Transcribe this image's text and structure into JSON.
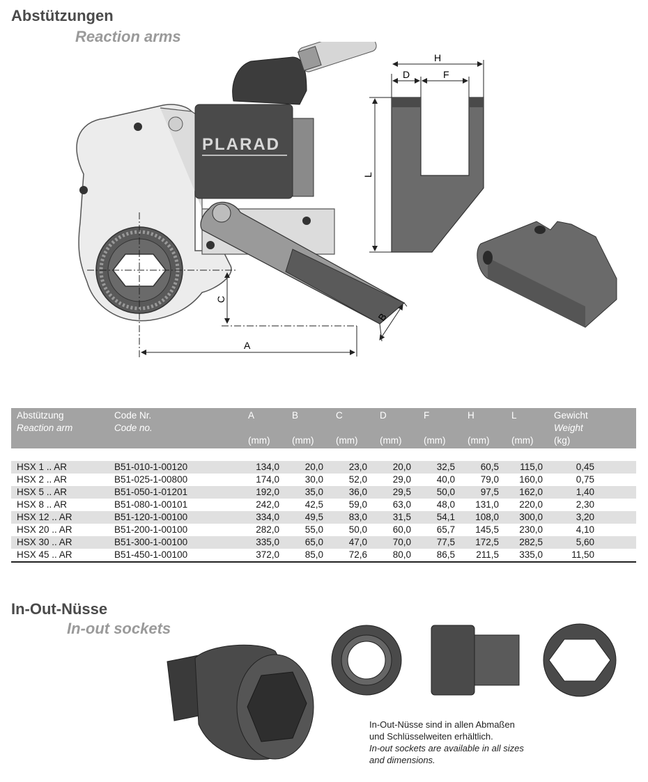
{
  "header": {
    "title_de": "Abstützungen",
    "title_en": "Reaction arms"
  },
  "drawing": {
    "brand": "PLARAD",
    "dims": [
      "A",
      "B",
      "C",
      "D",
      "F",
      "H",
      "L"
    ]
  },
  "table": {
    "headers": [
      {
        "de": "Abstützung",
        "en": "Reaction arm",
        "unit": ""
      },
      {
        "de": "Code Nr.",
        "en": "Code no.",
        "unit": ""
      },
      {
        "de": "A",
        "en": "",
        "unit": "(mm)"
      },
      {
        "de": "B",
        "en": "",
        "unit": "(mm)"
      },
      {
        "de": "C",
        "en": "",
        "unit": "(mm)"
      },
      {
        "de": "D",
        "en": "",
        "unit": "(mm)"
      },
      {
        "de": "F",
        "en": "",
        "unit": "(mm)"
      },
      {
        "de": "H",
        "en": "",
        "unit": "(mm)"
      },
      {
        "de": "L",
        "en": "",
        "unit": "(mm)"
      },
      {
        "de": "Gewicht",
        "en": "Weight",
        "unit": "(kg)"
      }
    ],
    "rows": [
      [
        "HSX 1 .. AR",
        "B51-010-1-00120",
        "134,0",
        "20,0",
        "23,0",
        "20,0",
        "32,5",
        "60,5",
        "115,0",
        "0,45"
      ],
      [
        "HSX 2 .. AR",
        "B51-025-1-00800",
        "174,0",
        "30,0",
        "52,0",
        "29,0",
        "40,0",
        "79,0",
        "160,0",
        "0,75"
      ],
      [
        "HSX 5 .. AR",
        "B51-050-1-01201",
        "192,0",
        "35,0",
        "36,0",
        "29,5",
        "50,0",
        "97,5",
        "162,0",
        "1,40"
      ],
      [
        "HSX 8 .. AR",
        "B51-080-1-00101",
        "242,0",
        "42,5",
        "59,0",
        "63,0",
        "48,0",
        "131,0",
        "220,0",
        "2,30"
      ],
      [
        "HSX 12 .. AR",
        "B51-120-1-00100",
        "334,0",
        "49,5",
        "83,0",
        "31,5",
        "54,1",
        "108,0",
        "300,0",
        "3,20"
      ],
      [
        "HSX 20 .. AR",
        "B51-200-1-00100",
        "282,0",
        "55,0",
        "50,0",
        "60,0",
        "65,7",
        "145,5",
        "230,0",
        "4,10"
      ],
      [
        "HSX 30 .. AR",
        "B51-300-1-00100",
        "335,0",
        "65,0",
        "47,0",
        "70,0",
        "77,5",
        "172,5",
        "282,5",
        "5,60"
      ],
      [
        "HSX 45 .. AR",
        "B51-450-1-00100",
        "372,0",
        "85,0",
        "72,6",
        "80,0",
        "86,5",
        "211,5",
        "335,0",
        "11,50"
      ]
    ]
  },
  "sockets": {
    "title_de": "In-Out-Nüsse",
    "title_en": "In-out sockets",
    "note_de_1": "In-Out-Nüsse sind in allen Abmaßen",
    "note_de_2": "und Schlüsselweiten erhältlich.",
    "note_en_1": "In-out sockets are available in all sizes",
    "note_en_2": "and dimensions."
  }
}
